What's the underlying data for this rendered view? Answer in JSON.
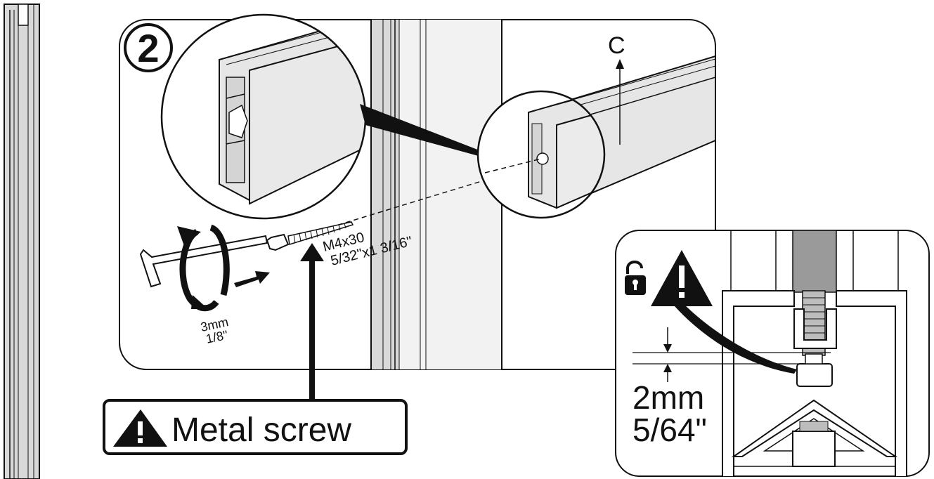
{
  "step": {
    "number": "2"
  },
  "profile": {
    "label": "C"
  },
  "screw": {
    "size_metric": "M4x30",
    "size_imperial": "5/32\"x1 3/16\""
  },
  "hex_key": {
    "size_metric": "3mm",
    "size_imperial": "1/8\""
  },
  "callout": {
    "text": "Metal screw",
    "icon": "warning-triangle-icon"
  },
  "gap": {
    "metric": "2mm",
    "imperial": "5/64\""
  },
  "icons": [
    "step-circle-icon",
    "unlock-icon",
    "warning-triangle-icon",
    "rotate-arrow-icon",
    "push-arrow-icon"
  ],
  "colors": {
    "line": "#111111",
    "panel": "#e6e6e6",
    "post": "#c8c8c8",
    "background": "#ffffff"
  }
}
